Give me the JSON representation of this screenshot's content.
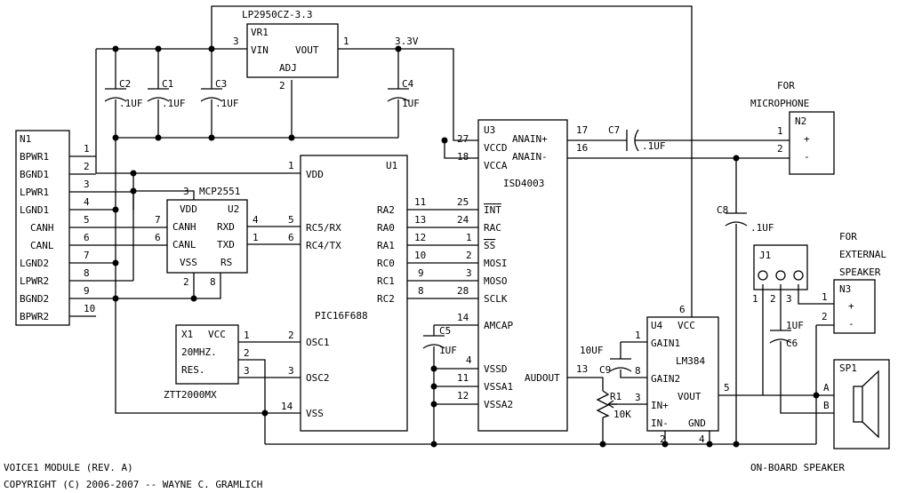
{
  "parts": {
    "vr1": {
      "part": "LP2950CZ-3.3",
      "ref": "VR1",
      "vin": "VIN",
      "vout": "VOUT",
      "adj": "ADJ",
      "pin_vin": "3",
      "pin_vout": "1",
      "pin_adj": "2",
      "rail": "3.3V"
    },
    "caps_top": [
      {
        "ref": "C2",
        "value": ".1UF"
      },
      {
        "ref": "C1",
        "value": ".1UF"
      },
      {
        "ref": "C3",
        "value": ".1UF"
      },
      {
        "ref": "C4",
        "value": "1UF"
      }
    ],
    "n1": {
      "ref": "N1",
      "pins": [
        {
          "name": "BPWR1",
          "num": "1"
        },
        {
          "name": "BGND1",
          "num": "2"
        },
        {
          "name": "LPWR1",
          "num": "3"
        },
        {
          "name": "LGND1",
          "num": "4"
        },
        {
          "name": "CANH",
          "num": "5"
        },
        {
          "name": "CANL",
          "num": "6"
        },
        {
          "name": "LGND2",
          "num": "7"
        },
        {
          "name": "LPWR2",
          "num": "8"
        },
        {
          "name": "BGND2",
          "num": "9"
        },
        {
          "name": "BPWR2",
          "num": "10"
        }
      ]
    },
    "u2": {
      "part": "MCP2551",
      "ref": "U2",
      "vdd": "VDD",
      "canh": "CANH",
      "canl": "CANL",
      "vss": "VSS",
      "rxd": "RXD",
      "txd": "TXD",
      "rs": "RS",
      "pin_vdd": "3",
      "pin_canh": "7",
      "pin_canl": "6",
      "pin_rxd": "4",
      "pin_txd": "1",
      "pin_vss": "2",
      "pin_rs": "8"
    },
    "u1": {
      "ref": "U1",
      "part": "PIC16F688",
      "vdd": "VDD",
      "rc5": "RC5/RX",
      "rc4": "RC4/TX",
      "osc1": "OSC1",
      "osc2": "OSC2",
      "vss": "VSS",
      "ra2": "RA2",
      "ra0": "RA0",
      "ra1": "RA1",
      "rc0": "RC0",
      "rc1": "RC1",
      "rc2": "RC2",
      "pin_vdd": "1",
      "pin_rc5": "5",
      "pin_rc4": "6",
      "pin_osc1": "2",
      "pin_osc2": "3",
      "pin_vss": "14",
      "pin_ra2": "11",
      "pin_ra0": "13",
      "pin_ra1": "12",
      "pin_rc0": "10",
      "pin_rc1": "9",
      "pin_rc2": "8"
    },
    "x1": {
      "ref": "X1",
      "vcc": "VCC",
      "freq": "20MHZ.",
      "res": "RES.",
      "part": "ZTT2000MX",
      "pin_1": "1",
      "pin_2": "2",
      "pin_3": "3"
    },
    "u3": {
      "ref": "U3",
      "part": "ISD4003",
      "vccd": "VCCD",
      "vcca": "VCCA",
      "anain_p": "ANAIN+",
      "anain_m": "ANAIN-",
      "int": "INT",
      "rac": "RAC",
      "ss": "SS",
      "mosi": "MOSI",
      "moso": "MOSO",
      "sclk": "SCLK",
      "amcap": "AMCAP",
      "vssd": "VSSD",
      "vssa1": "VSSA1",
      "vssa2": "VSSA2",
      "audout": "AUDOUT",
      "pin_vccd": "27",
      "pin_vcca": "18",
      "pin_anain_p": "17",
      "pin_anain_m": "16",
      "pin_int": "25",
      "pin_rac": "24",
      "pin_ss": "1",
      "pin_mosi": "2",
      "pin_moso": "3",
      "pin_sclk": "28",
      "pin_amcap": "14",
      "pin_vssd": "4",
      "pin_vssa1": "11",
      "pin_vssa2": "12",
      "pin_audout": "13"
    },
    "c5": {
      "ref": "C5",
      "value": "1UF"
    },
    "c7": {
      "ref": "C7",
      "value": ".1UF"
    },
    "c8": {
      "ref": "C8",
      "value": ".1UF"
    },
    "c9": {
      "ref": "C9",
      "value": "10UF"
    },
    "c6": {
      "ref": "C6",
      "value": "1UF"
    },
    "r1": {
      "ref": "R1",
      "value": "10K",
      "pin_3": "3"
    },
    "n2": {
      "ref": "N2",
      "plus": "+",
      "minus": "-",
      "pin_1": "1",
      "pin_2": "2",
      "note1": "FOR",
      "note2": "MICROPHONE"
    },
    "u4": {
      "ref": "U4",
      "vcc": "VCC",
      "part": "LM384",
      "gain1": "GAIN1",
      "gain2": "GAIN2",
      "vout": "VOUT",
      "inp": "IN+",
      "inm": "IN-",
      "gnd": "GND",
      "pin_vcc": "6",
      "pin_gain1": "1",
      "pin_gain2": "8",
      "pin_vout": "5",
      "pin_inp": "3",
      "pin_inm": "2",
      "pin_gnd": "4"
    },
    "j1": {
      "ref": "J1",
      "pin_1": "1",
      "pin_2": "2",
      "pin_3": "3"
    },
    "n3": {
      "ref": "N3",
      "plus": "+",
      "minus": "-",
      "pin_1": "1",
      "pin_2": "2",
      "note1": "FOR",
      "note2": "EXTERNAL",
      "note3": "SPEAKER"
    },
    "sp1": {
      "ref": "SP1",
      "pin_a": "A",
      "pin_b": "B",
      "note": "ON-BOARD SPEAKER"
    }
  },
  "footer": {
    "title": "VOICE1 MODULE (REV. A)",
    "copyright": "COPYRIGHT (C) 2006-2007 -- WAYNE C. GRAMLICH"
  }
}
